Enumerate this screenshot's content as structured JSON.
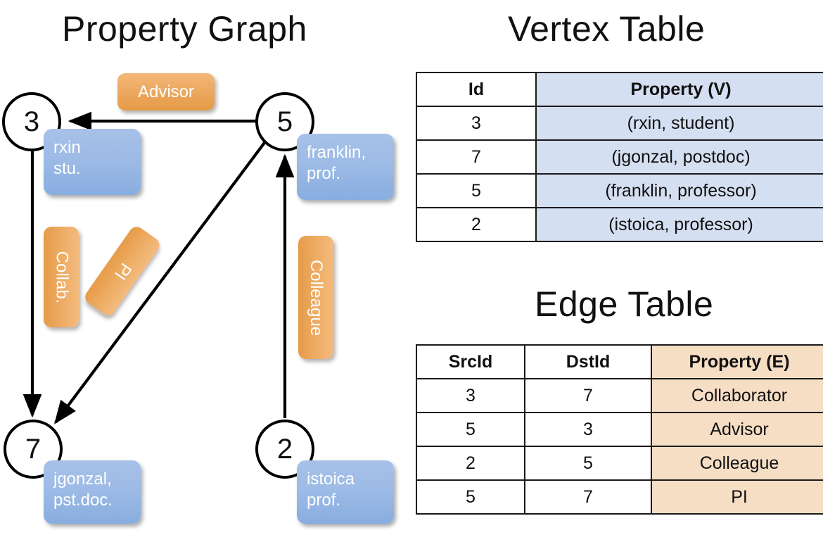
{
  "titles": {
    "property_graph": "Property Graph",
    "vertex_table": "Vertex Table",
    "edge_table": "Edge Table"
  },
  "colors": {
    "vertex_property_fill": "#d4dff1",
    "edge_property_fill": "#f6dec5",
    "node_box_blue": "#9dbbe6",
    "edge_label_orange": "#eca85f",
    "stroke": "#000000"
  },
  "graph": {
    "vertices": [
      {
        "id": "3",
        "label": "3",
        "property_line1": "rxin",
        "property_line2": "stu."
      },
      {
        "id": "5",
        "label": "5",
        "property_line1": "franklin,",
        "property_line2": "prof."
      },
      {
        "id": "7",
        "label": "7",
        "property_line1": "jgonzal,",
        "property_line2": "pst.doc."
      },
      {
        "id": "2",
        "label": "2",
        "property_line1": "istoica",
        "property_line2": "prof."
      }
    ],
    "edges": [
      {
        "from": "5",
        "to": "3",
        "label": "Advisor"
      },
      {
        "from": "3",
        "to": "7",
        "label": "Collab."
      },
      {
        "from": "5",
        "to": "7",
        "label": "PI"
      },
      {
        "from": "2",
        "to": "5",
        "label": "Colleague"
      }
    ]
  },
  "vertex_table": {
    "headers": [
      "Id",
      "Property (V)"
    ],
    "rows": [
      {
        "id": "3",
        "property": "(rxin, student)"
      },
      {
        "id": "7",
        "property": "(jgonzal, postdoc)"
      },
      {
        "id": "5",
        "property": "(franklin, professor)"
      },
      {
        "id": "2",
        "property": "(istoica, professor)"
      }
    ]
  },
  "edge_table": {
    "headers": [
      "SrcId",
      "DstId",
      "Property (E)"
    ],
    "rows": [
      {
        "src": "3",
        "dst": "7",
        "property": "Collaborator"
      },
      {
        "src": "5",
        "dst": "3",
        "property": "Advisor"
      },
      {
        "src": "2",
        "dst": "5",
        "property": "Colleague"
      },
      {
        "src": "5",
        "dst": "7",
        "property": "PI"
      }
    ]
  }
}
